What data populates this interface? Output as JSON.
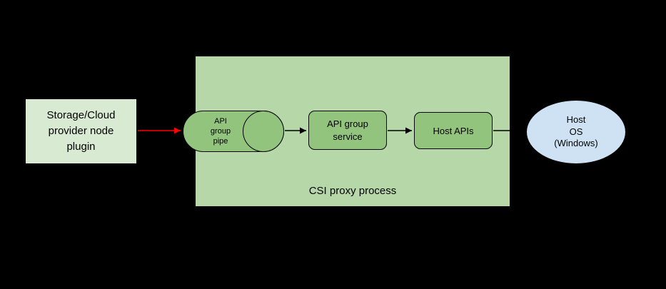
{
  "diagram": {
    "plugin": {
      "label": "Storage/Cloud\nprovider node\nplugin"
    },
    "proxy": {
      "label": "CSI proxy process"
    },
    "pipe": {
      "label": "API\ngroup\npipe"
    },
    "service": {
      "label": "API group\nservice"
    },
    "host_apis": {
      "label": "Host APIs"
    },
    "host_os": {
      "label": "Host\nOS\n(Windows)"
    },
    "colors": {
      "background": "#000000",
      "plugin_fill": "#d9ead3",
      "proxy_fill": "#b6d7a8",
      "component_fill": "#93c47d",
      "host_os_fill": "#cfe2f3",
      "stroke": "#000000",
      "plugin_arrow": "#ff0000"
    }
  }
}
